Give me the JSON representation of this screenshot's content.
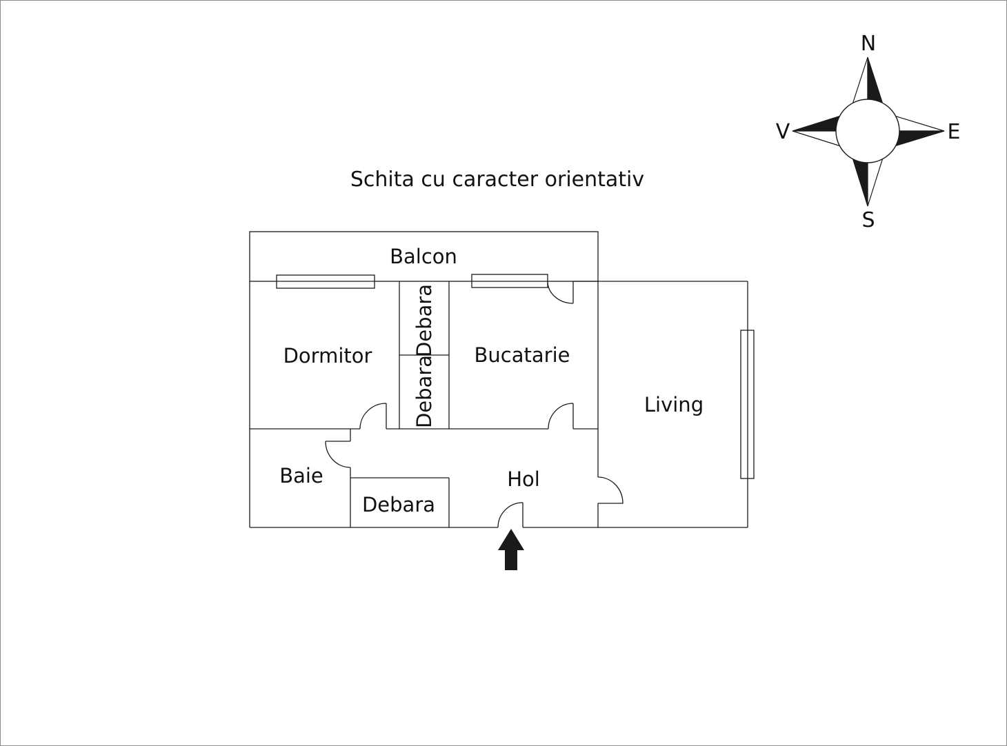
{
  "title": "Schita cu caracter orientativ",
  "compass": {
    "north": "N",
    "east": "E",
    "south": "S",
    "west": "V"
  },
  "rooms": {
    "balcon": "Balcon",
    "dormitor": "Dormitor",
    "debara_top": "Debara",
    "debara_bottom": "Debara",
    "bucatarie": "Bucatarie",
    "living": "Living",
    "baie": "Baie",
    "debara_hol": "Debara",
    "hol": "Hol"
  },
  "entrance_icon": "arrow-up-icon",
  "colors": {
    "line": "#1a1a1a",
    "text": "#111111",
    "frame": "#8a8a8a"
  }
}
